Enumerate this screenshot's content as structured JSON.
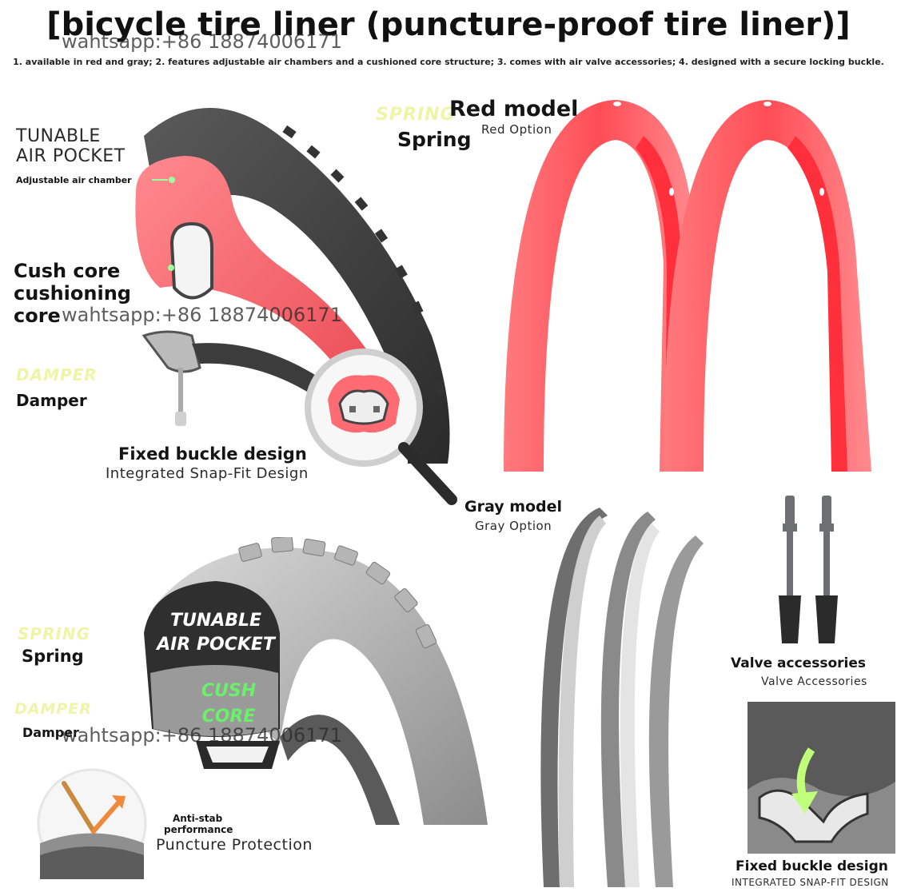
{
  "header": {
    "title": "[bicycle tire liner (puncture-proof tire liner)]",
    "features": "1. available in red and gray; 2. features adjustable air chambers and a cushioned core structure; 3. comes with air valve accessories; 4. designed with a secure locking buckle."
  },
  "watermark": {
    "text": "wahtsapp:+86 18874006171"
  },
  "top_diagram": {
    "tunable_line1": "TUNABLE",
    "tunable_line2": "AIR POCKET",
    "tunable_sub": "Adjustable air chamber",
    "cush_line1": "Cush core",
    "cush_line2": "cushioning",
    "cush_line3": "core",
    "damper_ghost": "DAMPER",
    "damper": "Damper",
    "buckle_title": "Fixed buckle design",
    "buckle_sub": "Integrated Snap-Fit Design"
  },
  "red_model": {
    "spring_ghost": "SPRING",
    "spring": "Spring",
    "title": "Red model",
    "sub": "Red Option",
    "color": "#ff5a5f"
  },
  "gray_model": {
    "title": "Gray model",
    "sub": "Gray Option",
    "color": "#8a8a8a"
  },
  "bottom_diagram": {
    "spring_ghost": "SPRING",
    "spring": "Spring",
    "damper_ghost": "DAMPER",
    "damper": "Damper",
    "badge_line1": "TUNABLE",
    "badge_line2": "AIR POCKET",
    "core_line1": "CUSH",
    "core_line2": "CORE",
    "antistab_line1": "Anti-stab",
    "antistab_line2": "performance",
    "puncture": "Puncture Protection"
  },
  "accessories": {
    "valve_title": "Valve accessories",
    "valve_sub": "Valve Accessories",
    "buckle_title": "Fixed buckle design",
    "buckle_sub": "INTEGRATED SNAP-FIT DESIGN"
  },
  "colors": {
    "accent_green": "#6bf06b",
    "ghost_yellow": "#eef5a6",
    "liner_red": "#ff5a5f",
    "tire_dark": "#3a3a3a"
  }
}
